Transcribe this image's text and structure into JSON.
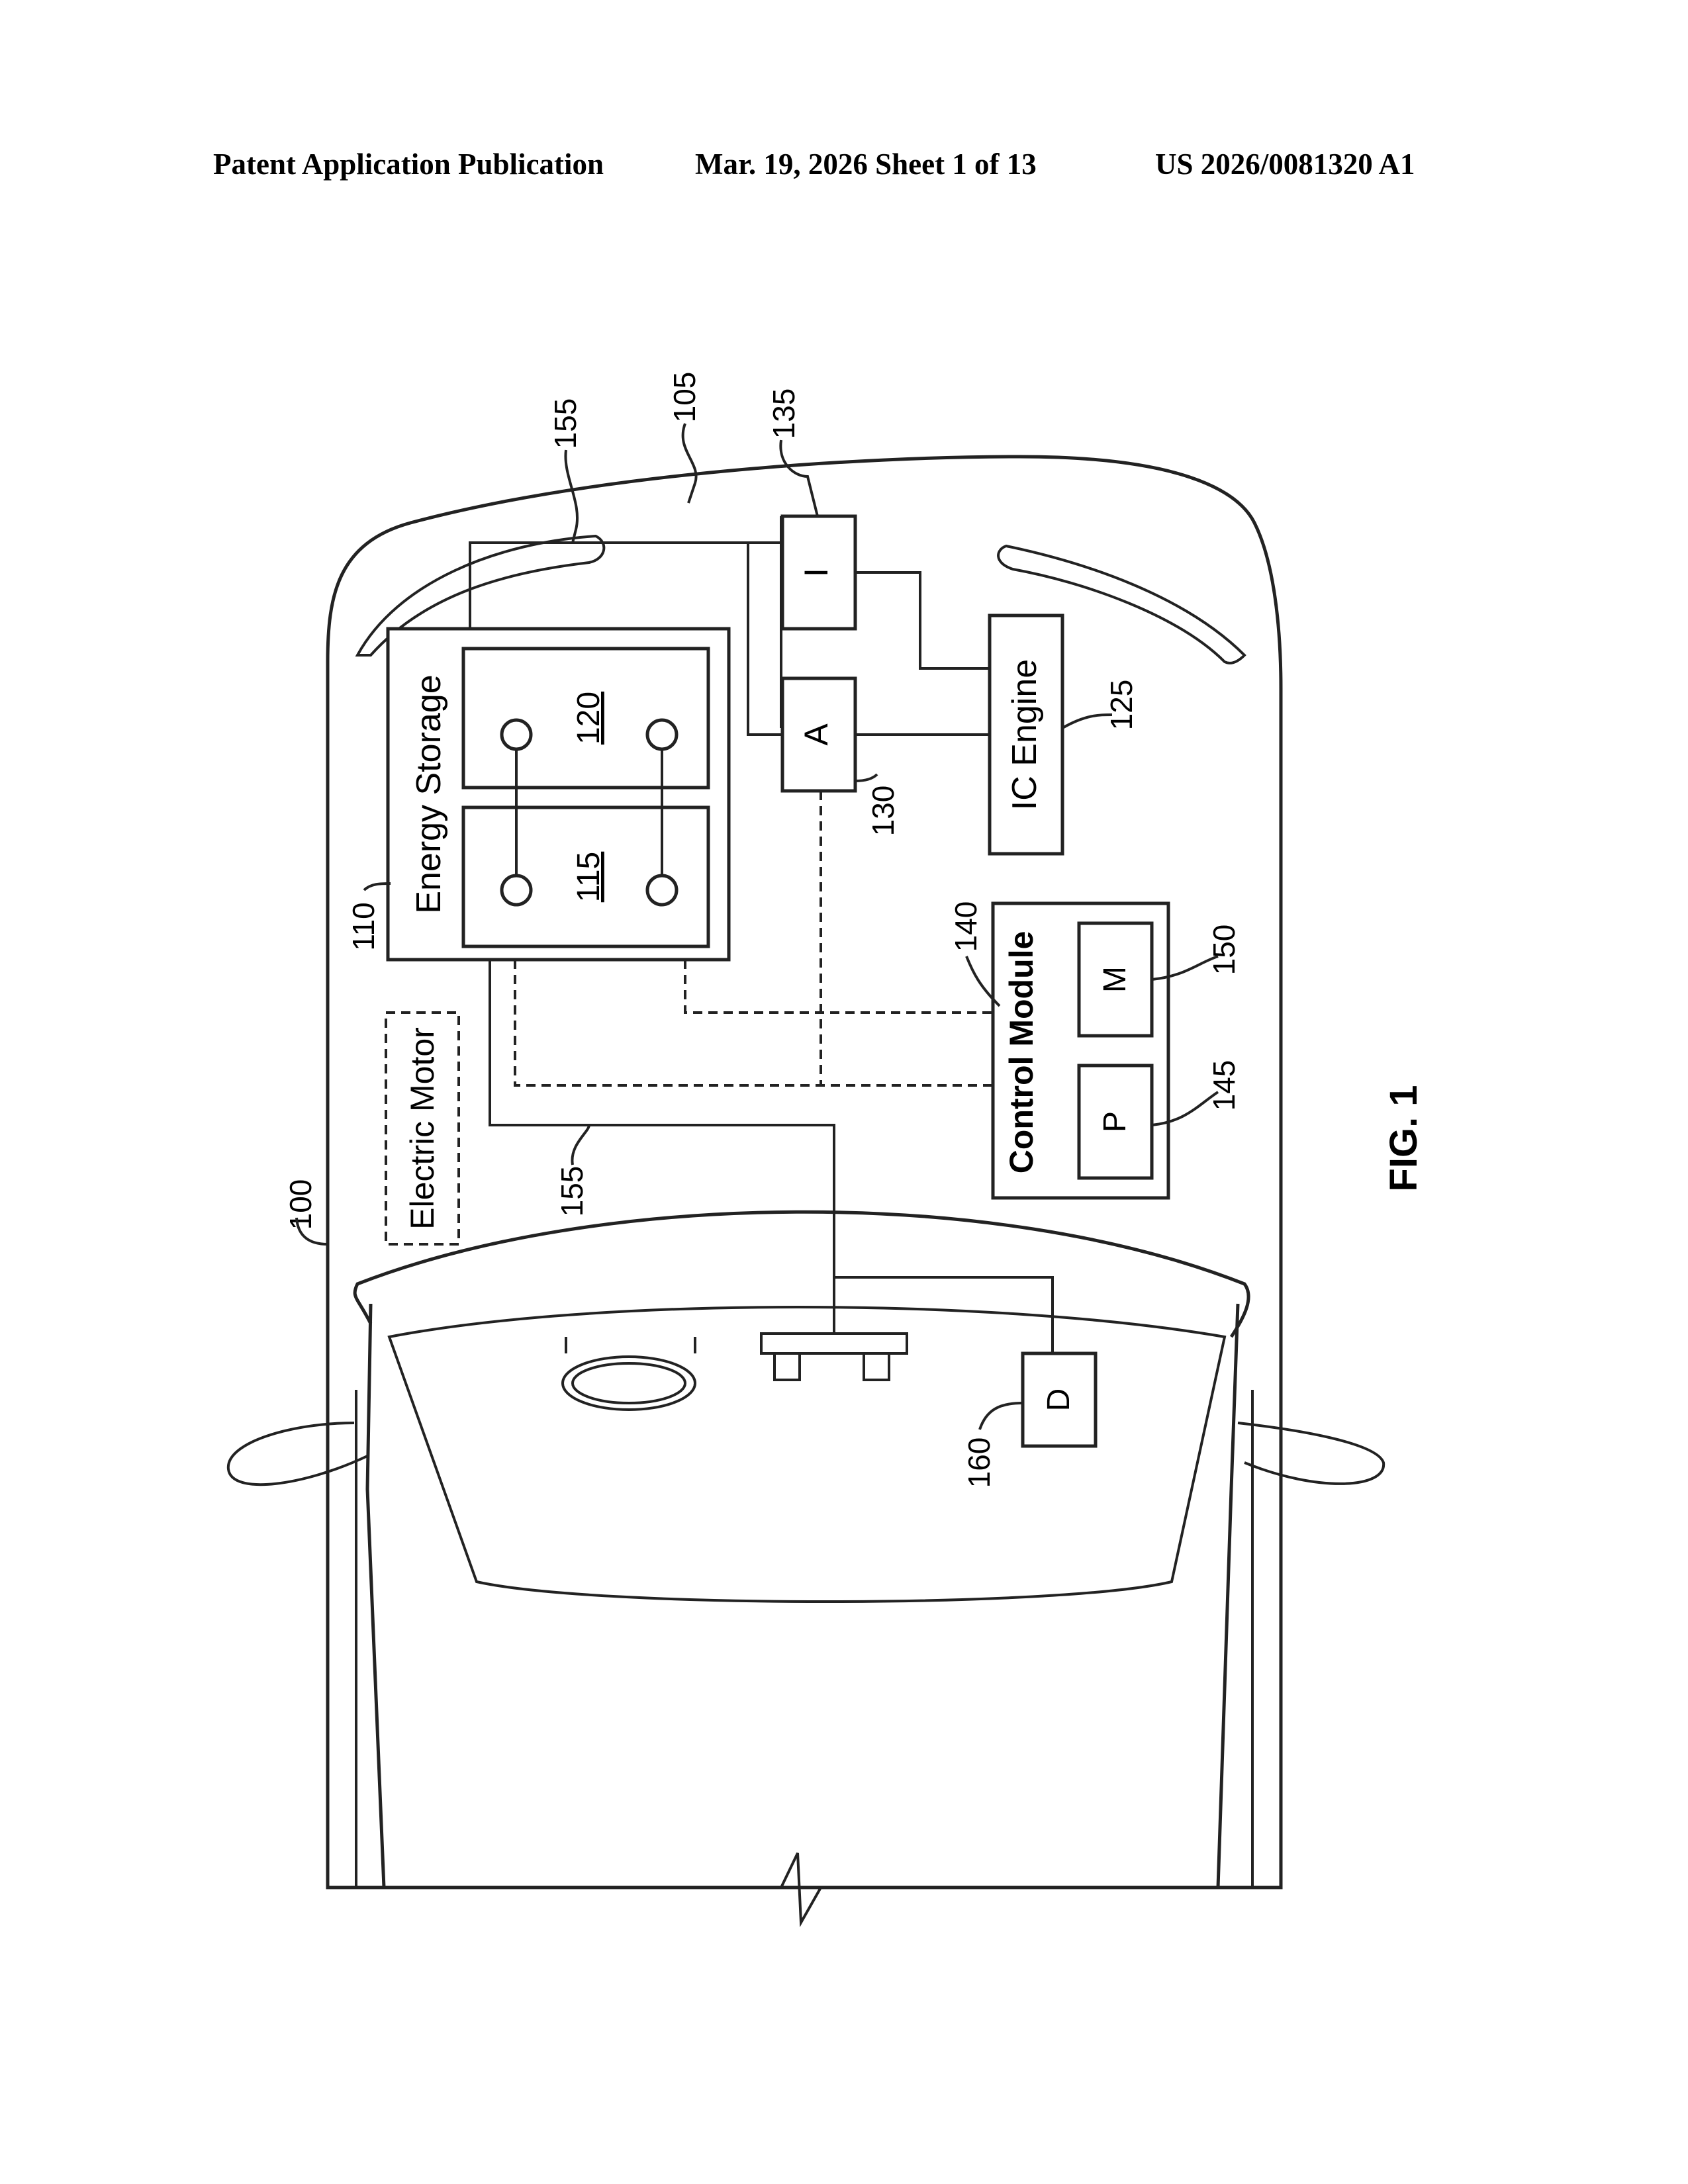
{
  "header": {
    "publication_type": "Patent Application Publication",
    "date_sheet": "Mar. 19, 2026  Sheet 1 of 13",
    "publication_number": "US 2026/0081320 A1"
  },
  "figure": {
    "caption": "FIG. 1",
    "components": {
      "energy_storage": "Energy Storage",
      "cell_115": "115",
      "cell_120": "120",
      "a_box": "A",
      "i_box": "I",
      "ic_engine": "IC Engine",
      "electric_motor": "Electric Motor",
      "control_module": "Control Module",
      "p_box": "P",
      "m_box": "M",
      "d_box": "D"
    },
    "reference_numerals": {
      "vehicle": "100",
      "front": "105",
      "energy_storage": "110",
      "engine": "125",
      "a": "130",
      "i": "135",
      "control_module": "140",
      "p": "145",
      "m": "150",
      "wiring_top": "155",
      "wiring_mid": "155",
      "d": "160"
    }
  }
}
